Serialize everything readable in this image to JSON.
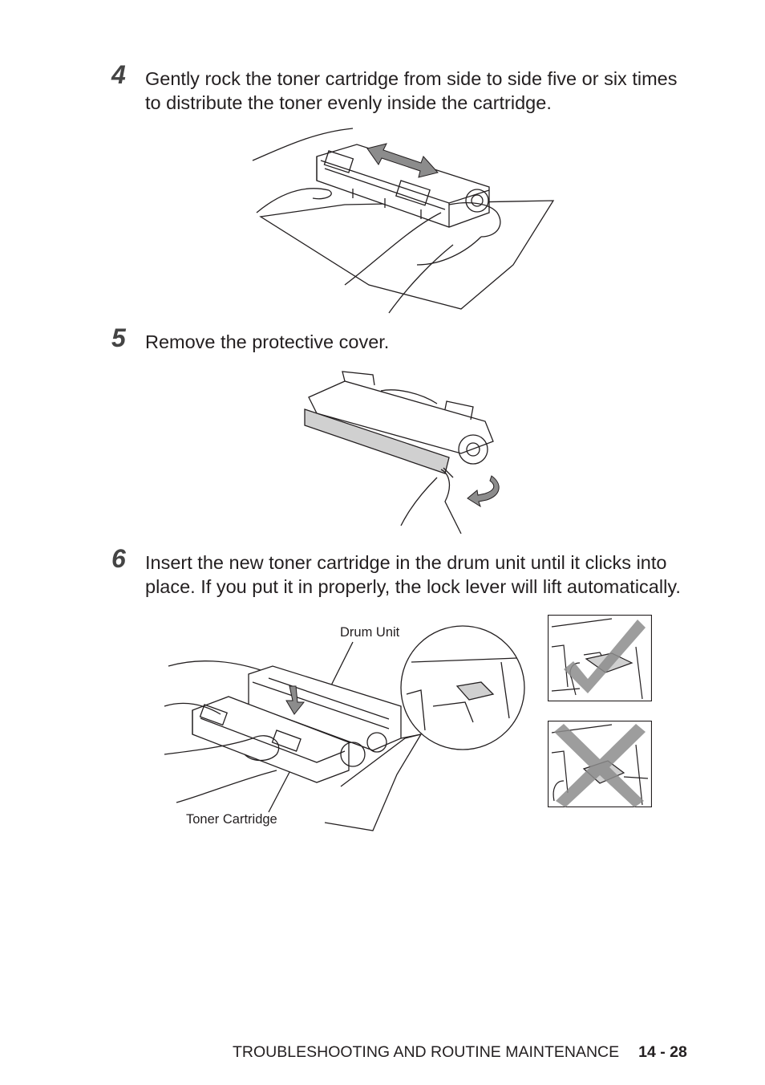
{
  "steps": [
    {
      "number": "4",
      "text_line1": "Gently rock the toner cartridge from side to side five or six times",
      "text_line2": "to distribute the toner evenly inside the cartridge."
    },
    {
      "number": "5",
      "text_line1": "Remove the protective cover."
    },
    {
      "number": "6",
      "text_line1": "Insert the new toner cartridge in the drum unit until it clicks into",
      "text_line2": "place. If you put it in properly, the lock lever will lift automatically."
    }
  ],
  "labels": {
    "drum_unit": "Drum Unit",
    "toner_cartridge": "Toner Cartridge"
  },
  "footer": {
    "section": "TROUBLESHOOTING AND ROUTINE MAINTENANCE",
    "page": "14 - 28"
  },
  "icons": [
    "check-mark-icon",
    "cross-mark-icon",
    "double-arrow-icon",
    "rotate-arrow-icon"
  ],
  "colors": {
    "text": "#231f20",
    "arrow_gray": "#8c8c8c",
    "line": "#231f20"
  }
}
